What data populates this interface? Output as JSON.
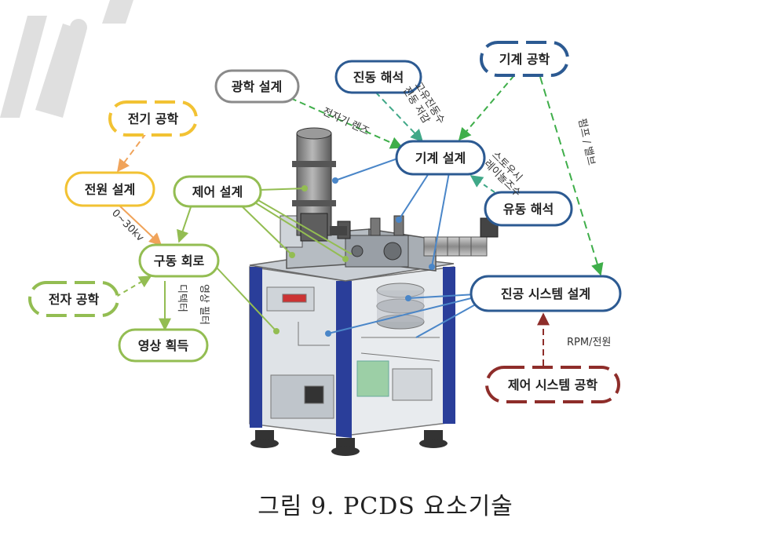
{
  "caption": "그림 9. PCDS 요소기술",
  "colors": {
    "gray": "#8a8a8a",
    "navy": "#2c5a92",
    "yellow": "#f2c233",
    "green": "#93bd52",
    "maroon": "#8e2d2a",
    "orange": "#f0a35a",
    "blue_line": "#4a86c8",
    "green_dash": "#3fae4a"
  },
  "nodes": {
    "gwanghak": "광학 설계",
    "jindong": "진동 해석",
    "gigye_gonghak": "기계 공학",
    "jeongi_gonghak": "전기 공학",
    "gigye_seolgye": "기계 설계",
    "jeonwon_seolgye": "전원 설계",
    "jeeo_seolgye": "제어 설계",
    "yudong": "유동 해석",
    "gudong": "구동 회로",
    "jinggong": "진공 시스템 설계",
    "jeonja_gonghak": "전자 공학",
    "yeongsang": "영상 획득",
    "jeeo_system": "제어 시스템 공학"
  },
  "edges": {
    "lens": "전자기 렌즈",
    "freq_line1": "고유진동수",
    "freq_line2": "진동 저감",
    "pump": "펌프 / 밸브",
    "reynolds_line1": "스토우시",
    "reynolds_line2": "레이놀즈수",
    "voltage": "0~30kv",
    "detector": "디텍터",
    "image_filter": "영상 필터",
    "rpm": "RPM/전원"
  }
}
